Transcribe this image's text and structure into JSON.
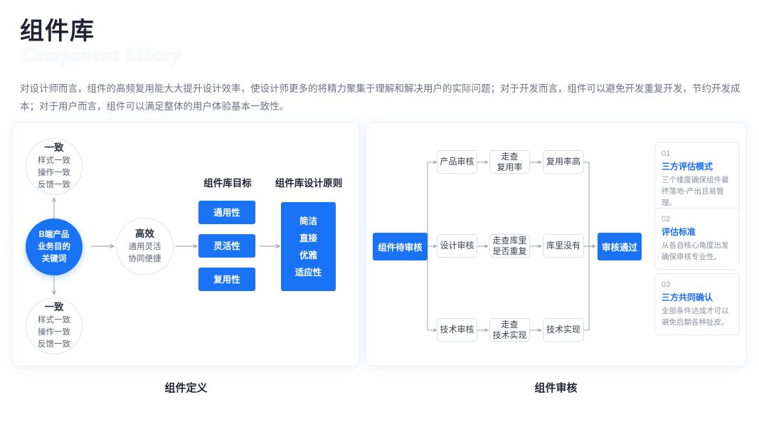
{
  "header": {
    "title": "组件库",
    "watermark": "Component Libary",
    "description": "对设计师而言，组件的高频复用能大大提升设计效率，使设计师更多的将精力聚集于理解和解决用户的实际问题；对于开发而言，组件可以避免开发重复开发，节约开发成本；对于用户而言，组件可以满足整体的用户体验基本一致性。"
  },
  "colors": {
    "accent": "#1a73f5",
    "page_bg": "#ffffff",
    "panel_bg": "#ffffff",
    "panel_glow": "#eaf0fb",
    "text_dark": "#1f2430",
    "text_muted": "#6b7280",
    "box_border": "#dcdfe4"
  },
  "left_panel": {
    "caption": "组件定义",
    "circle_top": {
      "heading": "一致",
      "lines": [
        "样式一致",
        "操作一致",
        "反馈一致"
      ]
    },
    "circle_center": {
      "lines": [
        "B端产品",
        "业务目的",
        "关键词"
      ]
    },
    "circle_bottom": {
      "heading": "一致",
      "lines": [
        "样式一致",
        "操作一致",
        "反馈一致"
      ]
    },
    "circle_right": {
      "heading": "高效",
      "lines": [
        "通用灵活",
        "协同便捷"
      ]
    },
    "column_goal": {
      "header": "组件库目标",
      "items": [
        "通用性",
        "灵活性",
        "复用性"
      ]
    },
    "column_principle": {
      "header": "组件库设计原则",
      "items": [
        "简洁",
        "直接",
        "优雅",
        "适应性"
      ]
    }
  },
  "right_panel": {
    "caption": "组件审核",
    "start": "组件待审核",
    "end": "审核通过",
    "rows": [
      {
        "steps": [
          "产品审核",
          "走查\n复用率",
          "复用率高"
        ]
      },
      {
        "steps": [
          "设计审核",
          "走查库里\n是否重复",
          "库里没有"
        ]
      },
      {
        "steps": [
          "技术审核",
          "走查\n技术实现",
          "技术实现"
        ]
      }
    ],
    "row_top": {
      "s1": "产品审核",
      "s2a": "走查",
      "s2b": "复用率",
      "s3": "复用率高"
    },
    "row_mid": {
      "s1": "设计审核",
      "s2a": "走查库里",
      "s2b": "是否重复",
      "s3": "库里没有"
    },
    "row_bot": {
      "s1": "技术审核",
      "s2a": "走查",
      "s2b": "技术实现",
      "s3": "技术实现"
    },
    "cards": [
      {
        "num": "01",
        "title": "三方评估模式",
        "body": "三个维度确保组件最终落地-产出且易管理。"
      },
      {
        "num": "02",
        "title": "评估标准",
        "body": "从各自核心角度出发确保审核专业性。"
      },
      {
        "num": "03",
        "title": "三方共同确认",
        "body": "全部条件达成才可以避免后期各种扯皮。"
      }
    ]
  }
}
